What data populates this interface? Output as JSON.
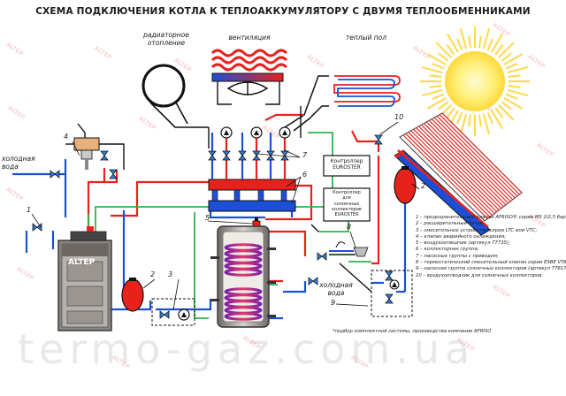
{
  "title": "СХЕМА ПОДКЛЮЧЕНИЯ КОТЛА К ТЕПЛОАККУМУЛЯТОРУ С ДВУМЯ ТЕПЛООБМЕННИКАМИ",
  "labels": {
    "radiator": [
      "радиаторное",
      "отопление"
    ],
    "ventilation": "вентиляция",
    "floor": "теплый пол",
    "cold_water_in": [
      "холодная",
      "вода"
    ],
    "cold_water_out": [
      "холодная",
      "вода"
    ],
    "controller_1": [
      "Контроллер",
      "EUROSTER"
    ],
    "controller_2": [
      "Контроллер",
      "для",
      "солнечных",
      "коллекторов",
      "EUROSTER"
    ],
    "boiler_brand": "ALTEP"
  },
  "numbers": [
    "1",
    "2",
    "3",
    "4",
    "5",
    "6",
    "7",
    "8",
    "9",
    "10",
    "2"
  ],
  "legend": [
    "1 – предохранительный клапан AFRISO® серии MS 2/2,5 бара;",
    "2 – расширительный бачок;",
    "3 – смесительное устройство серии LTC или VTC;",
    "4 – клапан аварийного охлаждения;",
    "5 – воздухоотводчик (артикул 77735);",
    "6 – коллекторная группа;",
    "7 – насосные группы с приводом;",
    "8 – термостатический смесительный клапан серии ESBE VTA;",
    "9 – насосная группа солнечных коллекторов (артикул 77817);",
    "10 – воздухоотводчик для солнечных коллекторов."
  ],
  "footnote": "*подбор комплектной системы, производства компании AFRISO",
  "watermark_brand": "ALTEP",
  "watermark_url": "termo-gaz.com.ua",
  "colors": {
    "hot": "#e8211d",
    "cold": "#1d4fd6",
    "return_green": "#2fb34a",
    "sun": "#ffe94a",
    "tank_body": "#9a9590"
  }
}
